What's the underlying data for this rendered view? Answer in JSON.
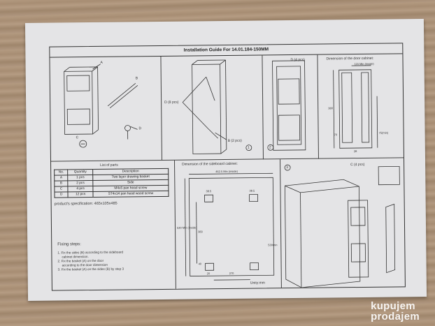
{
  "title": "Installation Guide For 14.01.184-150MM",
  "parts": {
    "a": "A",
    "b": "B",
    "c": "C",
    "d": "D"
  },
  "step1": {
    "d_label": "D (8 pcs)",
    "b_label": "B (2 pcs)",
    "num": "1"
  },
  "step2": {
    "d_label": "D (4 pcs)",
    "num": "2"
  },
  "door": {
    "title": "Dimension of the door cabinet:",
    "min_inside": "115 Min (inside)",
    "h": "380",
    "v1": "70",
    "v2": "75(min)",
    "v3": "28"
  },
  "list_title": "List of parts",
  "table": {
    "headers": [
      "No.",
      "Quantity",
      "Description"
    ],
    "rows": [
      [
        "A",
        "1 pcs",
        "Two layer drawing basket"
      ],
      [
        "B",
        "2 pcs",
        "Side"
      ],
      [
        "C",
        "4 pcs",
        "M4x5 pan head screw"
      ],
      [
        "D",
        "12 pcs",
        "ST4x14 pan head wood screw"
      ]
    ]
  },
  "spec": "product's specification: 465x105x485",
  "fixing": {
    "title": "Fixing steps:",
    "steps": [
      "1. Fix the sides (B) according to the sideboard",
      "cabinet dimension.",
      "2. Fix the basket (A) on the door",
      "according to the door dimension",
      "3. Fix the basket (A) on the sides (B) by step 3"
    ]
  },
  "sideboard": {
    "title": "Dimension of the sideboard cabinet:",
    "min_inside": "462.5  Min (inside)",
    "d1": "38.5",
    "d2": "38.5",
    "v1": "530 Min (inside)",
    "v2": "383",
    "v3": "40",
    "d3": "20",
    "d4": "270",
    "d5": "530min",
    "unit": "Unity:mm"
  },
  "step3": {
    "num": "3",
    "c_label": "C (4 pcs)"
  },
  "watermark": {
    "line1": "kupujem",
    "line2": "prodajem"
  }
}
